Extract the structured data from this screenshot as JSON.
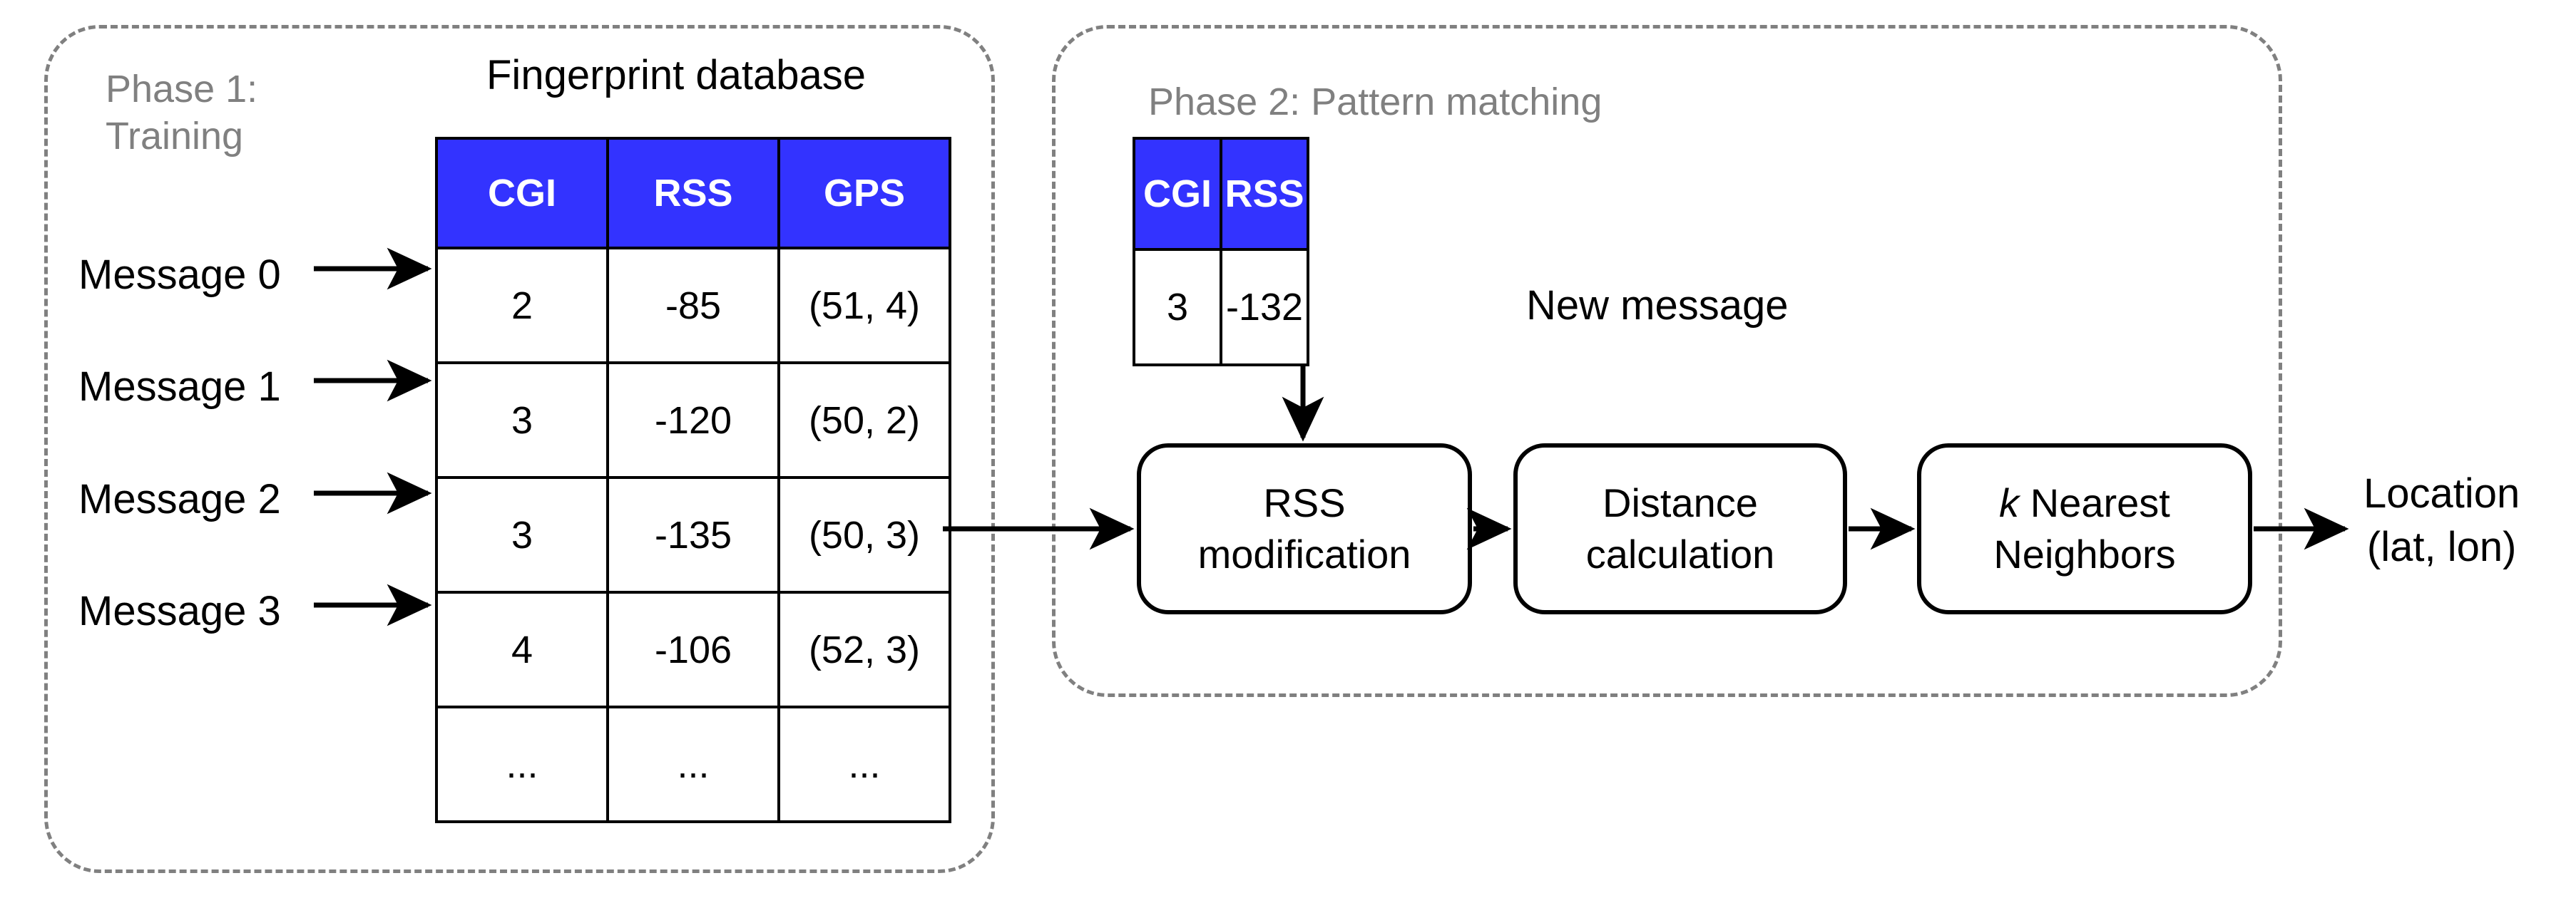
{
  "phase1": {
    "label": "Phase 1:\nTraining",
    "title": "Fingerprint database",
    "message_labels": [
      "Message 0",
      "Message 1",
      "Message 2",
      "Message 3"
    ],
    "table": {
      "columns": [
        "CGI",
        "RSS",
        "GPS"
      ],
      "rows": [
        [
          "2",
          "-85",
          "(51, 4)"
        ],
        [
          "3",
          "-120",
          "(50, 2)"
        ],
        [
          "3",
          "-135",
          "(50, 3)"
        ],
        [
          "4",
          "-106",
          "(52, 3)"
        ],
        [
          "...",
          "...",
          "..."
        ]
      ]
    }
  },
  "phase2": {
    "label": "Phase 2: Pattern matching",
    "new_message": {
      "columns": [
        "CGI",
        "RSS"
      ],
      "row": [
        "3",
        "-132"
      ],
      "caption": "New message"
    },
    "pipeline": [
      {
        "id": "rss-modification",
        "line1": "RSS",
        "line2": "modification"
      },
      {
        "id": "distance-calculation",
        "line1": "Distance",
        "line2": "calculation"
      },
      {
        "id": "k-nearest-neighbors",
        "line1_italic": "k",
        "line1": " Nearest",
        "line2": "Neighbors"
      }
    ]
  },
  "output": {
    "label": "Location\n(lat, lon)"
  },
  "colors": {
    "header_blue": "#3333FF",
    "phase_border_gray": "#808080",
    "line_black": "#000000",
    "header_text": "#FFFFFF"
  }
}
